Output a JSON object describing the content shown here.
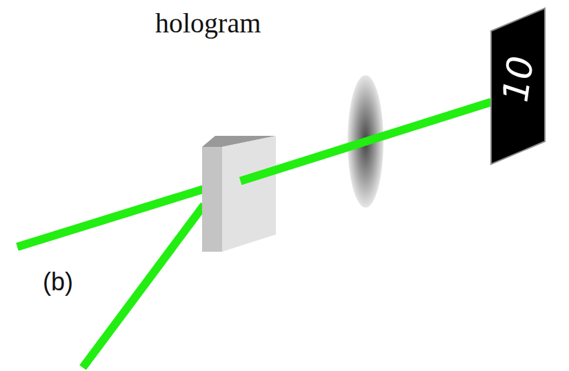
{
  "diagram": {
    "nodes": [
      {
        "text": [
          "hologram"
        ]
      },
      {
        "text": [
          "10"
        ]
      }
    ],
    "edges": [
      {
        "from": 0,
        "to": 1,
        "arrow": "none"
      }
    ],
    "labels": [
      "(b)"
    ]
  }
}
